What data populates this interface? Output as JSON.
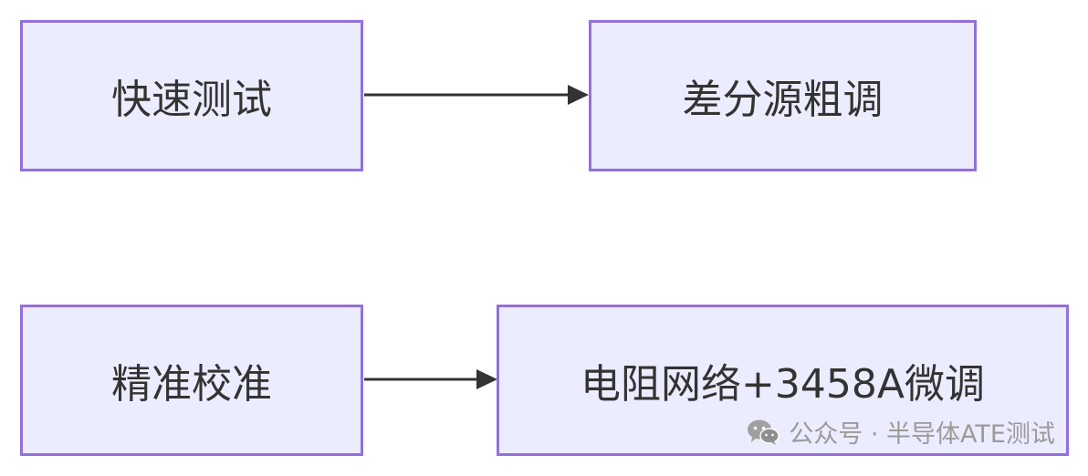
{
  "nodes": {
    "quick_test": "快速测试",
    "diff_source_coarse": "差分源粗调",
    "precise_calibration": "精准校准",
    "resistor_network_fine": "电阻网络+3458A微调"
  },
  "edges": [
    {
      "from": "quick_test",
      "to": "diff_source_coarse"
    },
    {
      "from": "precise_calibration",
      "to": "resistor_network_fine"
    }
  ],
  "watermark": {
    "icon": "wechat-icon",
    "text": "公众号 · 半导体ATE测试"
  },
  "colors": {
    "node_fill": "#ECECFF",
    "node_border": "#9370DB",
    "edge": "#333333",
    "watermark": "#9a9a9a"
  }
}
